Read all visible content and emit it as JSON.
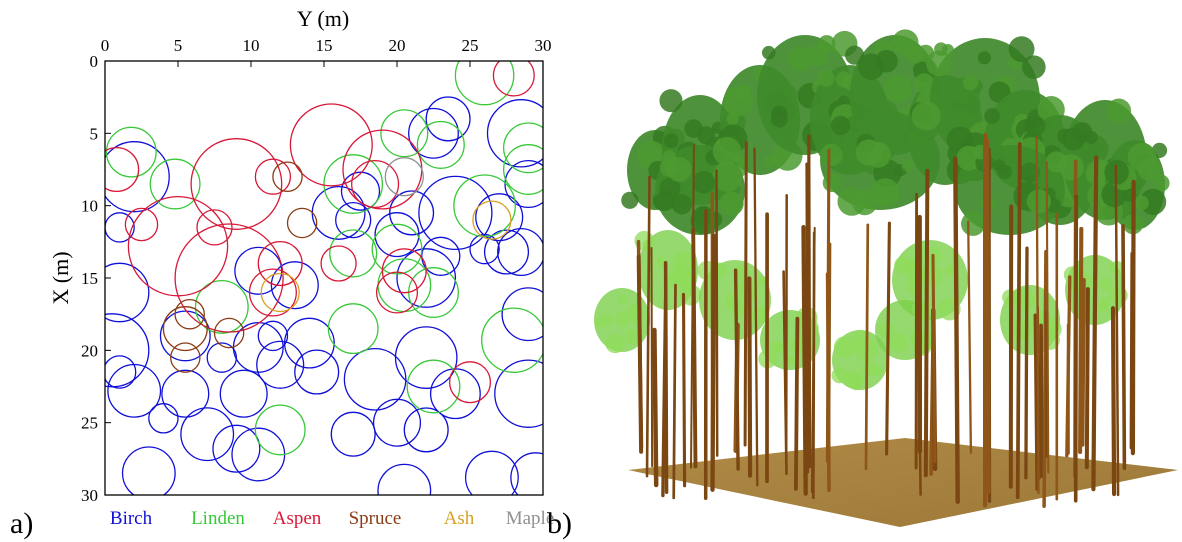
{
  "panels": {
    "a": "a)",
    "b": "b)"
  },
  "species_colors": {
    "Birch": "#1010d8",
    "Linden": "#38c838",
    "Aspen": "#d81838",
    "Spruce": "#8a3c14",
    "Ash": "#d8a020",
    "Maple": "#909090"
  },
  "chart_data": {
    "type": "scatter",
    "xlabel": "Y (m)",
    "ylabel": "X (m)",
    "xlim": [
      0,
      30
    ],
    "ylim": [
      0,
      30
    ],
    "y_inverted": true,
    "x_axis_position": "top",
    "x_ticks": [
      "0",
      "5",
      "10",
      "15",
      "20",
      "25",
      "30"
    ],
    "y_ticks": [
      "0",
      "5",
      "10",
      "15",
      "20",
      "25",
      "30"
    ],
    "legend": [
      "Birch",
      "Linden",
      "Aspen",
      "Spruce",
      "Ash",
      "Maple"
    ],
    "legend_placement": "bottom",
    "mark": "circle outline; center = tree position, radius = crown radius",
    "series": [
      {
        "name": "Birch",
        "trees": [
          [
            2,
            8,
            2.4
          ],
          [
            1,
            11.5,
            1
          ],
          [
            1,
            16,
            2
          ],
          [
            0.5,
            20,
            2.5
          ],
          [
            1,
            21.5,
            1.1
          ],
          [
            2,
            22.8,
            1.8
          ],
          [
            4,
            24.7,
            1
          ],
          [
            3,
            28.5,
            1.8
          ],
          [
            5.5,
            19,
            1.7
          ],
          [
            5.5,
            23,
            1.6
          ],
          [
            7,
            25.8,
            1.8
          ],
          [
            8,
            20.5,
            1
          ],
          [
            9,
            26.8,
            1.6
          ],
          [
            9.5,
            23,
            1.6
          ],
          [
            10.5,
            27.2,
            1.8
          ],
          [
            10.5,
            19.8,
            1.7
          ],
          [
            11.5,
            19,
            1
          ],
          [
            12,
            21,
            1.6
          ],
          [
            10.5,
            14.5,
            1.6
          ],
          [
            13,
            15.5,
            1.6
          ],
          [
            14,
            19.5,
            1.7
          ],
          [
            14.5,
            21.5,
            1.5
          ],
          [
            16,
            10.5,
            1.8
          ],
          [
            17,
            11,
            1.2
          ],
          [
            17.5,
            9,
            1.3
          ],
          [
            20,
            12,
            1.5
          ],
          [
            21,
            10.5,
            1.5
          ],
          [
            18.5,
            22,
            2.1
          ],
          [
            17,
            25.8,
            1.5
          ],
          [
            20,
            25,
            1.6
          ],
          [
            22,
            25.5,
            1.5
          ],
          [
            20.5,
            29.7,
            1.8
          ],
          [
            22,
            20.5,
            2.1
          ],
          [
            24,
            23,
            1.7
          ],
          [
            22.5,
            5,
            1.7
          ],
          [
            23.5,
            4,
            1.5
          ],
          [
            24,
            10.5,
            2.5
          ],
          [
            27,
            10.8,
            1.6
          ],
          [
            26,
            13,
            1
          ],
          [
            27.5,
            13.2,
            1.5
          ],
          [
            28.5,
            13.2,
            1.6
          ],
          [
            23,
            13.5,
            1.3
          ],
          [
            22,
            15,
            2
          ],
          [
            28.5,
            5,
            2.3
          ],
          [
            29,
            8.5,
            1.6
          ],
          [
            29,
            17.5,
            1.8
          ],
          [
            29,
            23,
            2.3
          ],
          [
            29.5,
            28.8,
            1.7
          ],
          [
            26.5,
            28.8,
            1.8
          ]
        ]
      },
      {
        "name": "Linden",
        "trees": [
          [
            1.8,
            6.3,
            1.7
          ],
          [
            4.8,
            8.5,
            1.7
          ],
          [
            8,
            17,
            1.8
          ],
          [
            12,
            25.5,
            1.7
          ],
          [
            17,
            13.3,
            1.6
          ],
          [
            17,
            18.5,
            1.7
          ],
          [
            20.5,
            5,
            1.6
          ],
          [
            20,
            13,
            1.7
          ],
          [
            20.5,
            15.5,
            1.8
          ],
          [
            22.5,
            16,
            1.7
          ],
          [
            22.5,
            22.5,
            1.8
          ],
          [
            23,
            5.8,
            1.6
          ],
          [
            26,
            1,
            2
          ],
          [
            29,
            6,
            1.7
          ],
          [
            29,
            7.5,
            1.7
          ],
          [
            28,
            19.3,
            2.2
          ],
          [
            17,
            8.5,
            2
          ],
          [
            26,
            10,
            2.1
          ]
        ]
      },
      {
        "name": "Aspen",
        "trees": [
          [
            0.8,
            7.5,
            1.5
          ],
          [
            2.5,
            11.3,
            1.1
          ],
          [
            5,
            12.8,
            3.4
          ],
          [
            9,
            8.5,
            3.1
          ],
          [
            7.5,
            11.5,
            1.2
          ],
          [
            8.5,
            15,
            3.7
          ],
          [
            11.5,
            8,
            1.2
          ],
          [
            11.5,
            16,
            1.6
          ],
          [
            12,
            14,
            1.5
          ],
          [
            15.5,
            5.8,
            2.8
          ],
          [
            16,
            14,
            1.2
          ],
          [
            18.5,
            8.5,
            1.6
          ],
          [
            19,
            7.5,
            2.7
          ],
          [
            20,
            16,
            1.4
          ],
          [
            20.5,
            14.5,
            1.5
          ],
          [
            25,
            22.2,
            1.4
          ],
          [
            28,
            1,
            1.4
          ]
        ]
      },
      {
        "name": "Spruce",
        "trees": [
          [
            12.5,
            8,
            1
          ],
          [
            13.5,
            11.2,
            1
          ],
          [
            5.8,
            17.5,
            1
          ],
          [
            5.5,
            18.5,
            1.5
          ],
          [
            5.5,
            20.5,
            1
          ],
          [
            8.5,
            18.8,
            1
          ]
        ]
      },
      {
        "name": "Ash",
        "trees": [
          [
            12,
            16,
            1.3
          ],
          [
            26.5,
            11,
            1.3
          ]
        ]
      },
      {
        "name": "Maple",
        "trees": [
          [
            20.5,
            8,
            1.3
          ]
        ]
      }
    ]
  }
}
